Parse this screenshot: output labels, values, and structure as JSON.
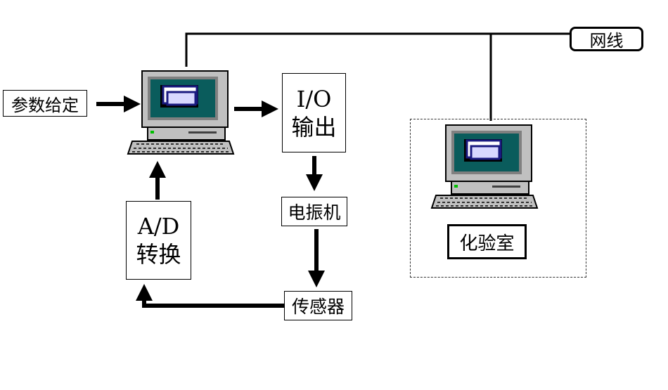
{
  "labels": {
    "param_set": "参数给定",
    "io_line1": "I/O",
    "io_line2": "输出",
    "motor": "电振机",
    "ad_line1": "A/D",
    "ad_line2": "转换",
    "sensor": "传感器",
    "network": "网线",
    "lab": "化验室"
  }
}
